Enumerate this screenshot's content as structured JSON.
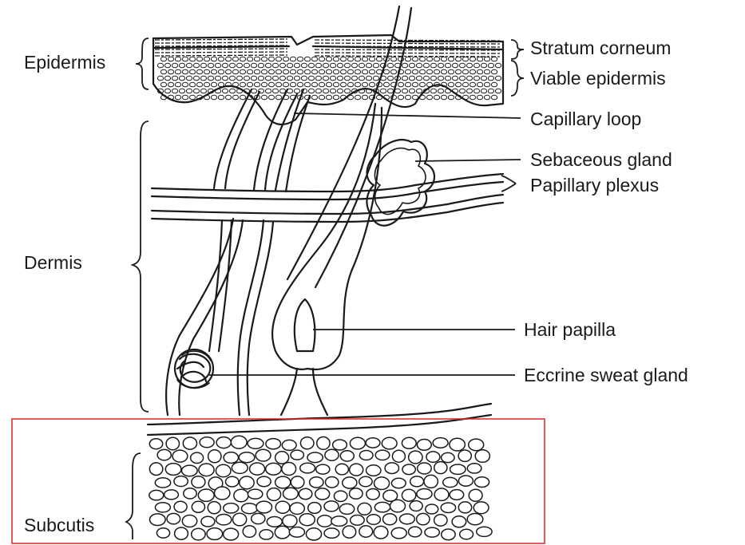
{
  "labels": {
    "epidermis": "Epidermis",
    "dermis": "Dermis",
    "subcutis": "Subcutis",
    "stratum_corneum": "Stratum corneum",
    "viable_epidermis": "Viable epidermis",
    "capillary_loop": "Capillary loop",
    "sebaceous_gland": "Sebaceous gland",
    "papillary_plexus": "Papillary plexus",
    "hair_papilla": "Hair papilla",
    "eccrine_sweat_gland": "Eccrine sweat gland"
  },
  "colors": {
    "ink": "#1a1a1a",
    "highlight_box": "#e02424",
    "background": "#ffffff"
  }
}
